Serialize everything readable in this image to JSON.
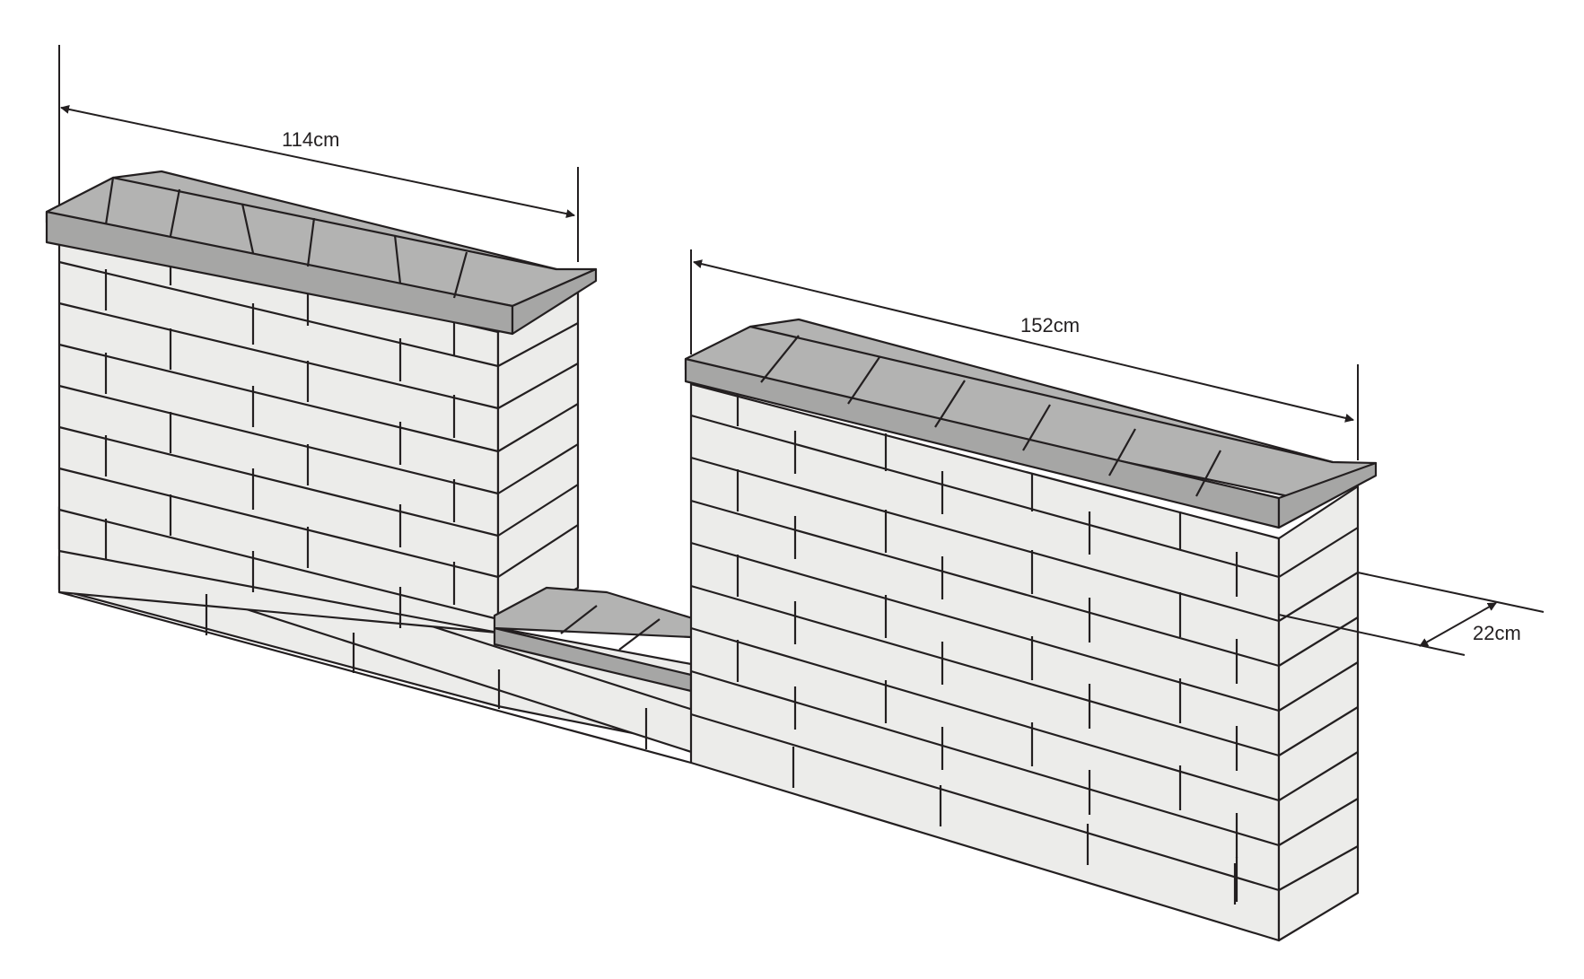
{
  "diagram": {
    "dimensions": {
      "left_pillar_length": "114cm",
      "right_pillar_length": "152cm",
      "wall_depth": "22cm"
    },
    "colors": {
      "brick_face": "#ececea",
      "coping": "#b3b3b2",
      "coping_edge": "#a6a6a5",
      "line": "#231f20",
      "background": "#ffffff"
    }
  }
}
